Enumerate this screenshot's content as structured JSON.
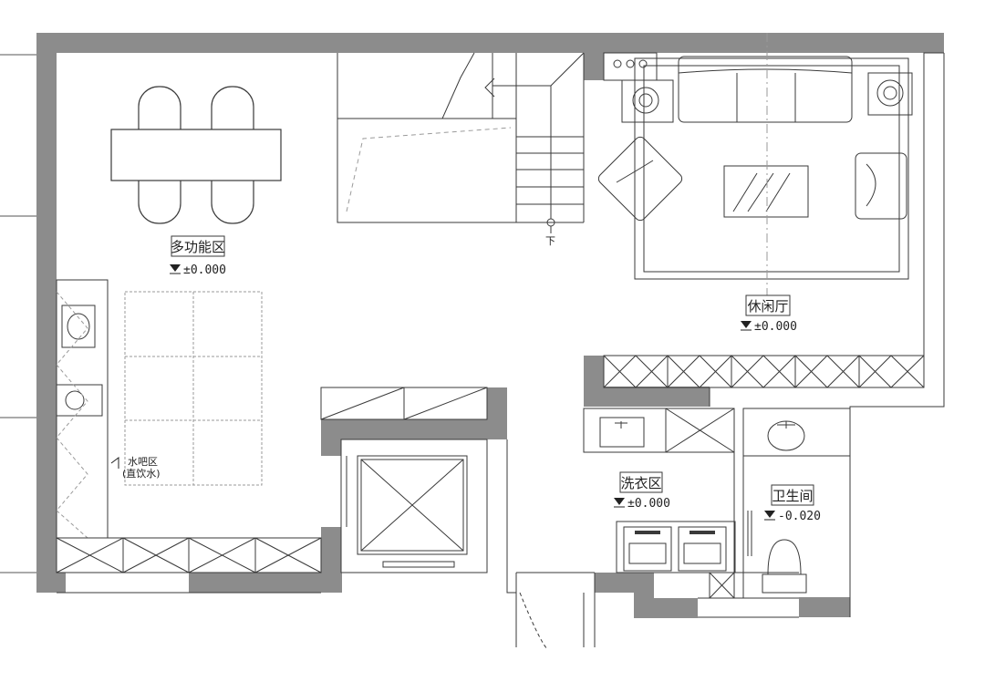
{
  "rooms": {
    "multi": {
      "name": "多功能区",
      "elevation": "±0.000"
    },
    "lounge": {
      "name": "休闲厅",
      "elevation": "±0.000"
    },
    "laundry": {
      "name": "洗衣区",
      "elevation": "±0.000"
    },
    "bath": {
      "name": "卫生间",
      "elevation": "-0.020"
    }
  },
  "bar": {
    "name": "水吧区",
    "note": "(直饮水)"
  },
  "stair": {
    "down_label": "下"
  },
  "colors": {
    "wall": "#8c8c8c",
    "line": "#3a3a3a",
    "dash": "#9a9a9a"
  }
}
